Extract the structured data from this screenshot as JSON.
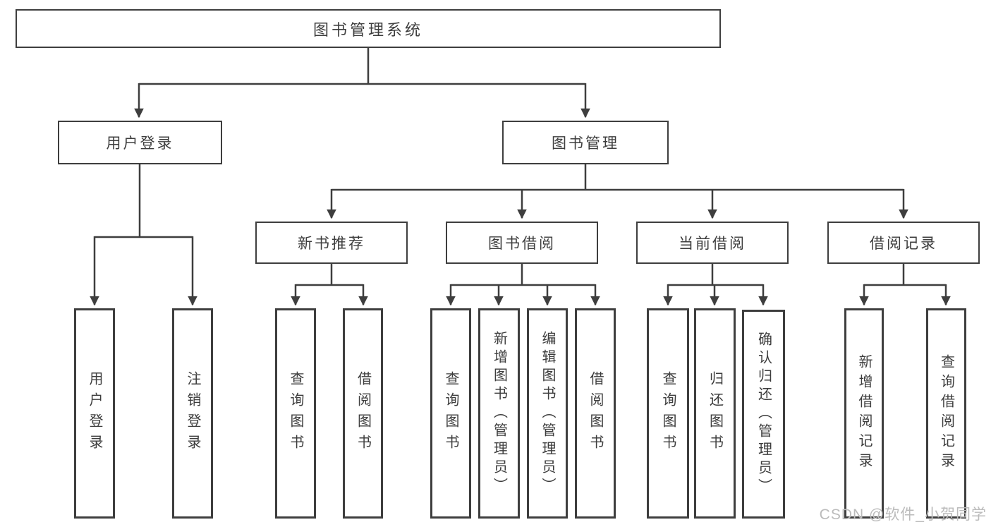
{
  "tree": {
    "root": {
      "label": "图书管理系统",
      "children": [
        {
          "label": "用户登录",
          "children": [
            {
              "label": "用户登录"
            },
            {
              "label": "注销登录"
            }
          ]
        },
        {
          "label": "图书管理",
          "children": [
            {
              "label": "新书推荐",
              "children": [
                {
                  "label": "查询图书"
                },
                {
                  "label": "借阅图书"
                }
              ]
            },
            {
              "label": "图书借阅",
              "children": [
                {
                  "label": "查询图书"
                },
                {
                  "label": "新增图书（管理员）"
                },
                {
                  "label": "编辑图书（管理员）"
                },
                {
                  "label": "借阅图书"
                }
              ]
            },
            {
              "label": "当前借阅",
              "children": [
                {
                  "label": "查询图书"
                },
                {
                  "label": "归还图书"
                },
                {
                  "label": "确认归还（管理员）"
                }
              ]
            },
            {
              "label": "借阅记录",
              "children": [
                {
                  "label": "新增借阅记录"
                },
                {
                  "label": "查询借阅记录"
                }
              ]
            }
          ]
        }
      ]
    }
  },
  "watermark": {
    "text": "CSDN @软件_小贺同学"
  },
  "colors": {
    "line": "#3e3e3e",
    "text": "#3d3d3d",
    "background": "#ffffff",
    "watermark": "#bbbbbb"
  }
}
